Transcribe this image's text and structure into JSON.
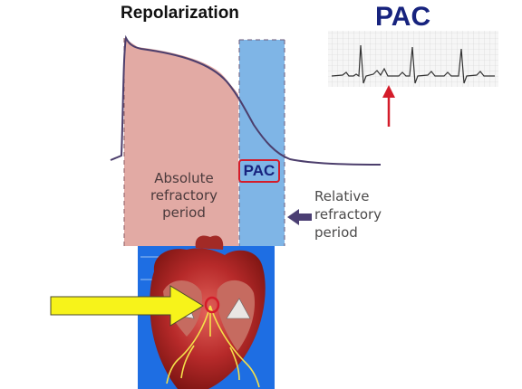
{
  "top_title": "Repolarization",
  "ecg_title": "PAC",
  "absolute_label": {
    "line1": "Absolute",
    "line2": "refractory",
    "line3": "period"
  },
  "relative_label": {
    "line1": "Relative",
    "line2": "refractory",
    "line3": "period"
  },
  "pac_box_label": "PAC",
  "colors": {
    "absolute_region": "#e2a9a4",
    "relative_region": "#7fb6e6",
    "curve": "#4c3e6c",
    "title_blue": "#17237e",
    "red_marker": "#d41c2a",
    "yellow_arrow": "#f7f31a",
    "heart_background": "#1e6ee3",
    "ecg_grid": "#c9c9c9"
  },
  "icons": {
    "relative_arrow": "left-arrow-icon",
    "ecg_arrow": "up-arrow-icon",
    "heart_arrow": "right-arrow-icon"
  }
}
